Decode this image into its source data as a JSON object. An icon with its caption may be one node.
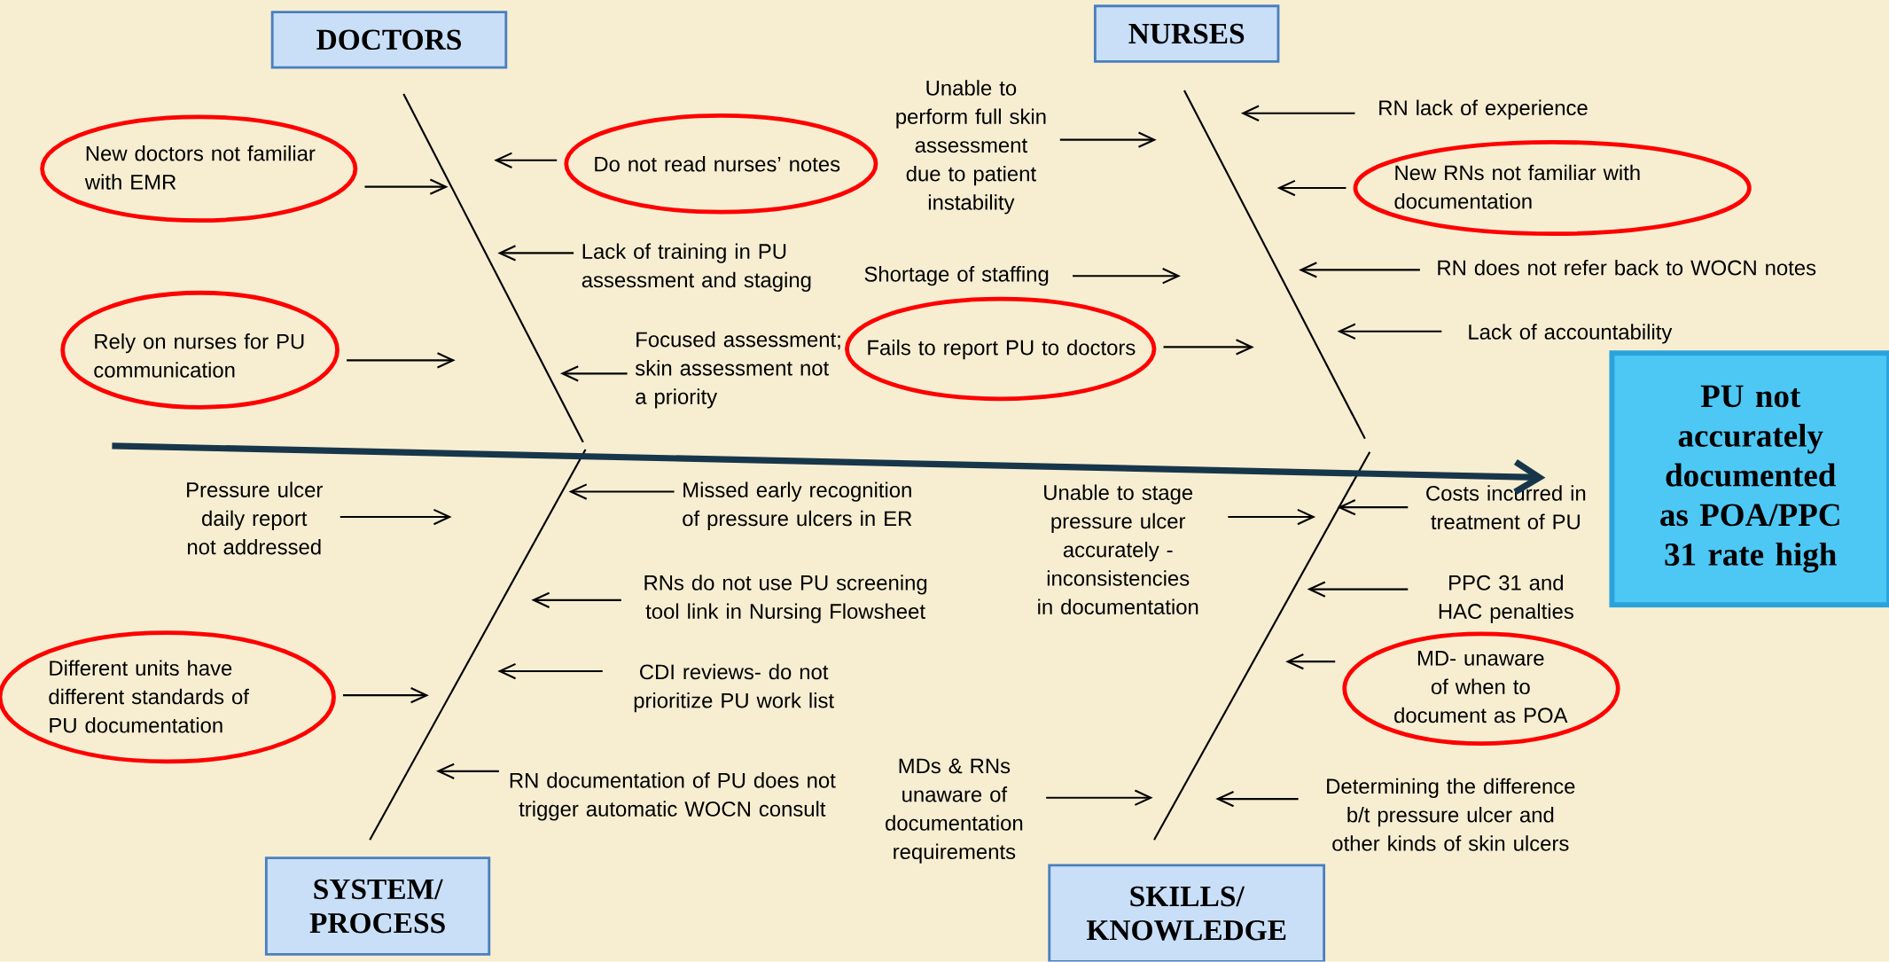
{
  "diagram": {
    "nodes": [
      {
        "text": [
          "DOCTORS"
        ]
      },
      {
        "text": [
          "New doctors not familiar with EMR"
        ]
      },
      {
        "text": [
          "Do not read nurses’ notes"
        ]
      },
      {
        "text": [
          "Lack of training in PU assessment and staging"
        ]
      },
      {
        "text": [
          "Rely on nurses for PU communication"
        ]
      },
      {
        "text": [
          "Focused assessment; skin assessment not a priority"
        ]
      },
      {
        "text": [
          "NURSES"
        ]
      },
      {
        "text": [
          "Unable to perform full skin assessment due to patient instability"
        ]
      },
      {
        "text": [
          "Shortage of staffing"
        ]
      },
      {
        "text": [
          "Fails to report PU to doctors"
        ]
      },
      {
        "text": [
          "RN lack of experience"
        ]
      },
      {
        "text": [
          "New RNs not familiar with documentation"
        ]
      },
      {
        "text": [
          "RN does not refer back to WOCN notes"
        ]
      },
      {
        "text": [
          "Lack of accountability"
        ]
      },
      {
        "text": [
          "PU not accurately documented as POA/PPC 31 rate high"
        ]
      },
      {
        "text": [
          "SYSTEM/ PROCESS"
        ]
      },
      {
        "text": [
          "Pressure ulcer daily report not addressed"
        ]
      },
      {
        "text": [
          "Missed early recognition of pressure ulcers in ER"
        ]
      },
      {
        "text": [
          "RNs do not use PU screening tool link in Nursing Flowsheet"
        ]
      },
      {
        "text": [
          "Different units have different standards of PU documentation"
        ]
      },
      {
        "text": [
          "CDI reviews- do not prioritize PU work list"
        ]
      },
      {
        "text": [
          "RN documentation of PU does not trigger automatic WOCN consult"
        ]
      },
      {
        "text": [
          "SKILLS/ KNOWLEDGE"
        ]
      },
      {
        "text": [
          "Unable to stage pressure ulcer accurately - inconsistencies in documentation"
        ]
      },
      {
        "text": [
          "MDs & RNs unaware of documentation requirements"
        ]
      },
      {
        "text": [
          "Costs incurred in treatment of PU"
        ]
      },
      {
        "text": [
          "PPC 31 and HAC penalties"
        ]
      },
      {
        "text": [
          "MD- unaware of when to document as POA"
        ]
      },
      {
        "text": [
          "Determining the difference b/t pressure ulcer and other kinds of skin ulcers"
        ]
      }
    ],
    "edges": [
      {
        "from": null,
        "to": 14,
        "arrow": "to",
        "style": "thick",
        "color": "#17364a"
      },
      {
        "from": 1,
        "to": null,
        "arrow": "to"
      },
      {
        "from": 2,
        "to": null,
        "arrow": "to"
      },
      {
        "from": 3,
        "to": null,
        "arrow": "to"
      },
      {
        "from": 4,
        "to": null,
        "arrow": "to"
      },
      {
        "from": 5,
        "to": null,
        "arrow": "to"
      },
      {
        "from": 7,
        "to": null,
        "arrow": "to"
      },
      {
        "from": 8,
        "to": null,
        "arrow": "to"
      },
      {
        "from": 9,
        "to": null,
        "arrow": "to"
      },
      {
        "from": 10,
        "to": null,
        "arrow": "to"
      },
      {
        "from": 11,
        "to": null,
        "arrow": "to"
      },
      {
        "from": 12,
        "to": null,
        "arrow": "to"
      },
      {
        "from": 13,
        "to": null,
        "arrow": "to"
      },
      {
        "from": 16,
        "to": null,
        "arrow": "to"
      },
      {
        "from": 17,
        "to": null,
        "arrow": "to"
      },
      {
        "from": 18,
        "to": null,
        "arrow": "to"
      },
      {
        "from": 19,
        "to": null,
        "arrow": "to"
      },
      {
        "from": 20,
        "to": null,
        "arrow": "to"
      },
      {
        "from": 21,
        "to": null,
        "arrow": "to"
      },
      {
        "from": 23,
        "to": null,
        "arrow": "to"
      },
      {
        "from": 24,
        "to": null,
        "arrow": "to"
      },
      {
        "from": 25,
        "to": null,
        "arrow": "to"
      },
      {
        "from": 26,
        "to": null,
        "arrow": "to"
      },
      {
        "from": 27,
        "to": null,
        "arrow": "to"
      },
      {
        "from": 28,
        "to": null,
        "arrow": "to"
      }
    ]
  }
}
